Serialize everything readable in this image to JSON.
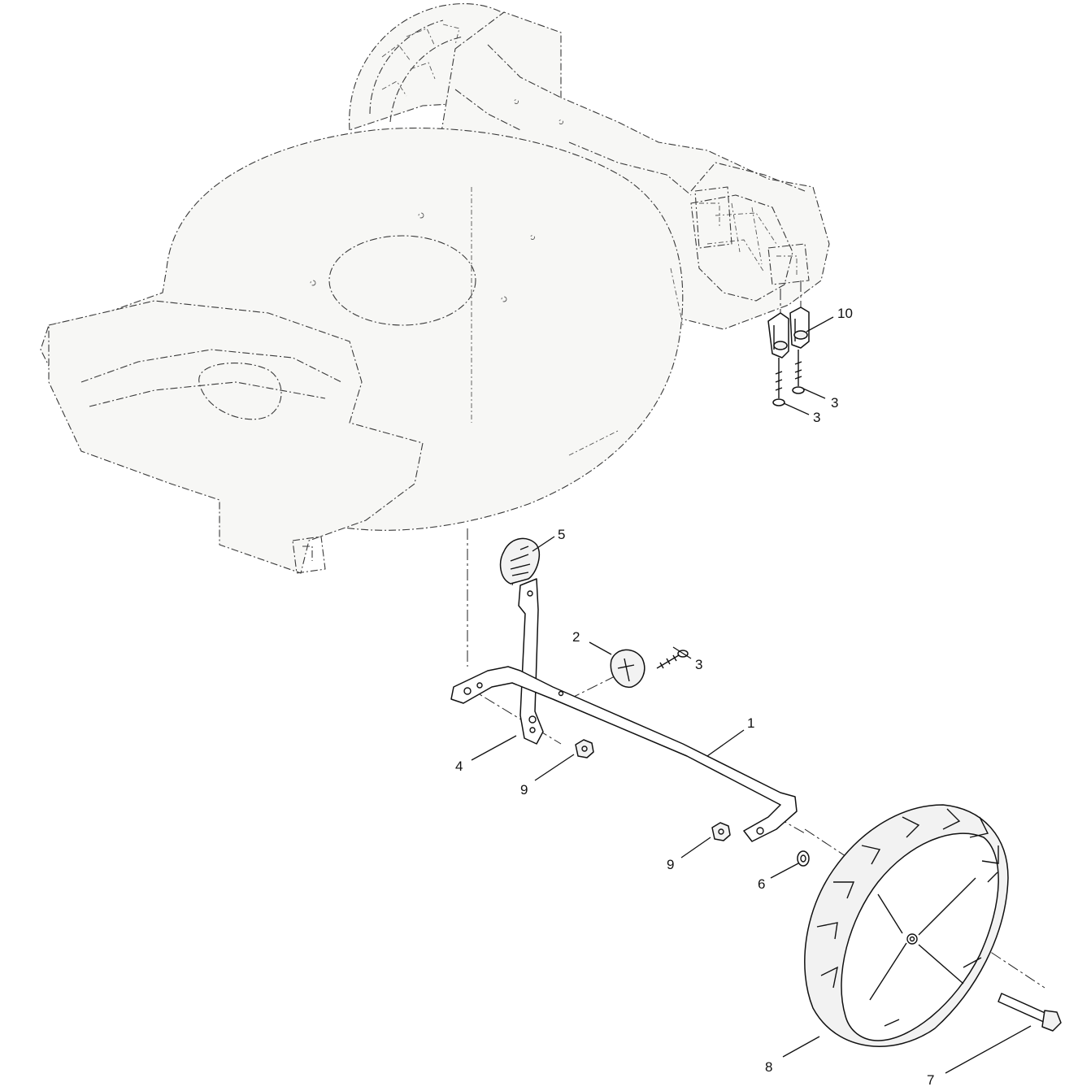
{
  "callouts": {
    "c1": "1",
    "c2": "2",
    "c3a": "3",
    "c3b": "3",
    "c3c": "3",
    "c4": "4",
    "c5": "5",
    "c6": "6",
    "c7": "7",
    "c8": "8",
    "c9a": "9",
    "c9b": "9",
    "c10": "10"
  }
}
